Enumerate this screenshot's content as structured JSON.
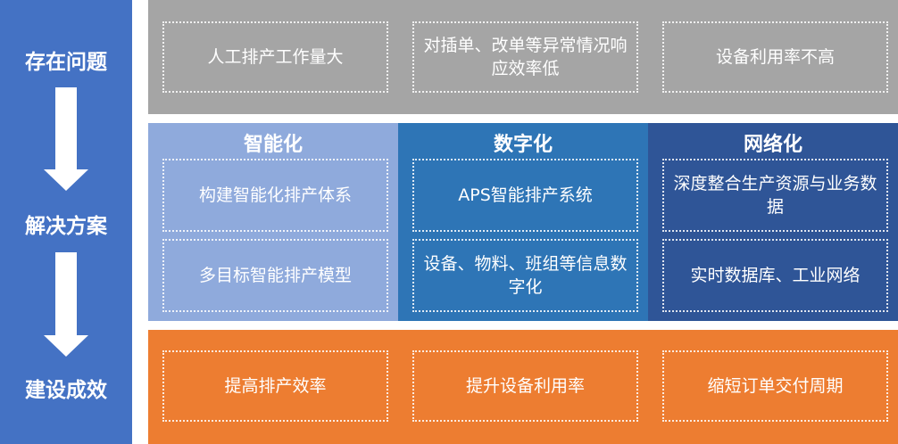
{
  "stages": [
    "存在问题",
    "解决方案",
    "建设成效"
  ],
  "problems": [
    "人工排产工作量大",
    "对插单、改单等异常情况响应效率低",
    "设备利用率不高"
  ],
  "solutions": [
    {
      "title": "智能化",
      "items": [
        "构建智能化排产体系",
        "多目标智能排产模型"
      ]
    },
    {
      "title": "数字化",
      "items": [
        "APS智能排产系统",
        "设备、物料、班组等信息数字化"
      ]
    },
    {
      "title": "网络化",
      "items": [
        "深度整合生产资源与业务数据",
        "实时数据库、工业网络"
      ]
    }
  ],
  "results": [
    "提高排产效率",
    "提升设备利用率",
    "缩短订单交付周期"
  ],
  "colors": {
    "left": "#4472C4",
    "problems": "#A5A5A5",
    "col1": "#8FAADC",
    "col2": "#2E75B6",
    "col3": "#2F5597",
    "results": "#ED7D31"
  }
}
